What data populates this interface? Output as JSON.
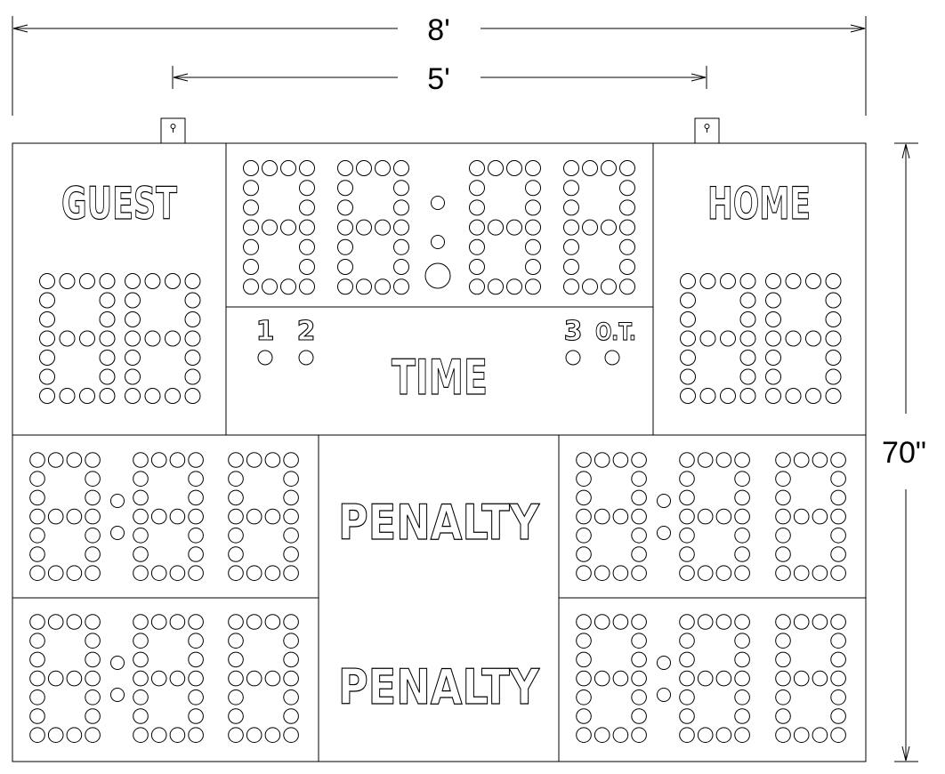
{
  "dimensions": {
    "width_total": "8'",
    "width_inner": "5'",
    "height": "70\""
  },
  "labels": {
    "guest": "GUEST",
    "home": "HOME",
    "time": "TIME",
    "penalty_top": "PENALTY",
    "penalty_bottom": "PENALTY",
    "period_1": "1",
    "period_2": "2",
    "period_3": "3",
    "overtime": "O.T."
  }
}
